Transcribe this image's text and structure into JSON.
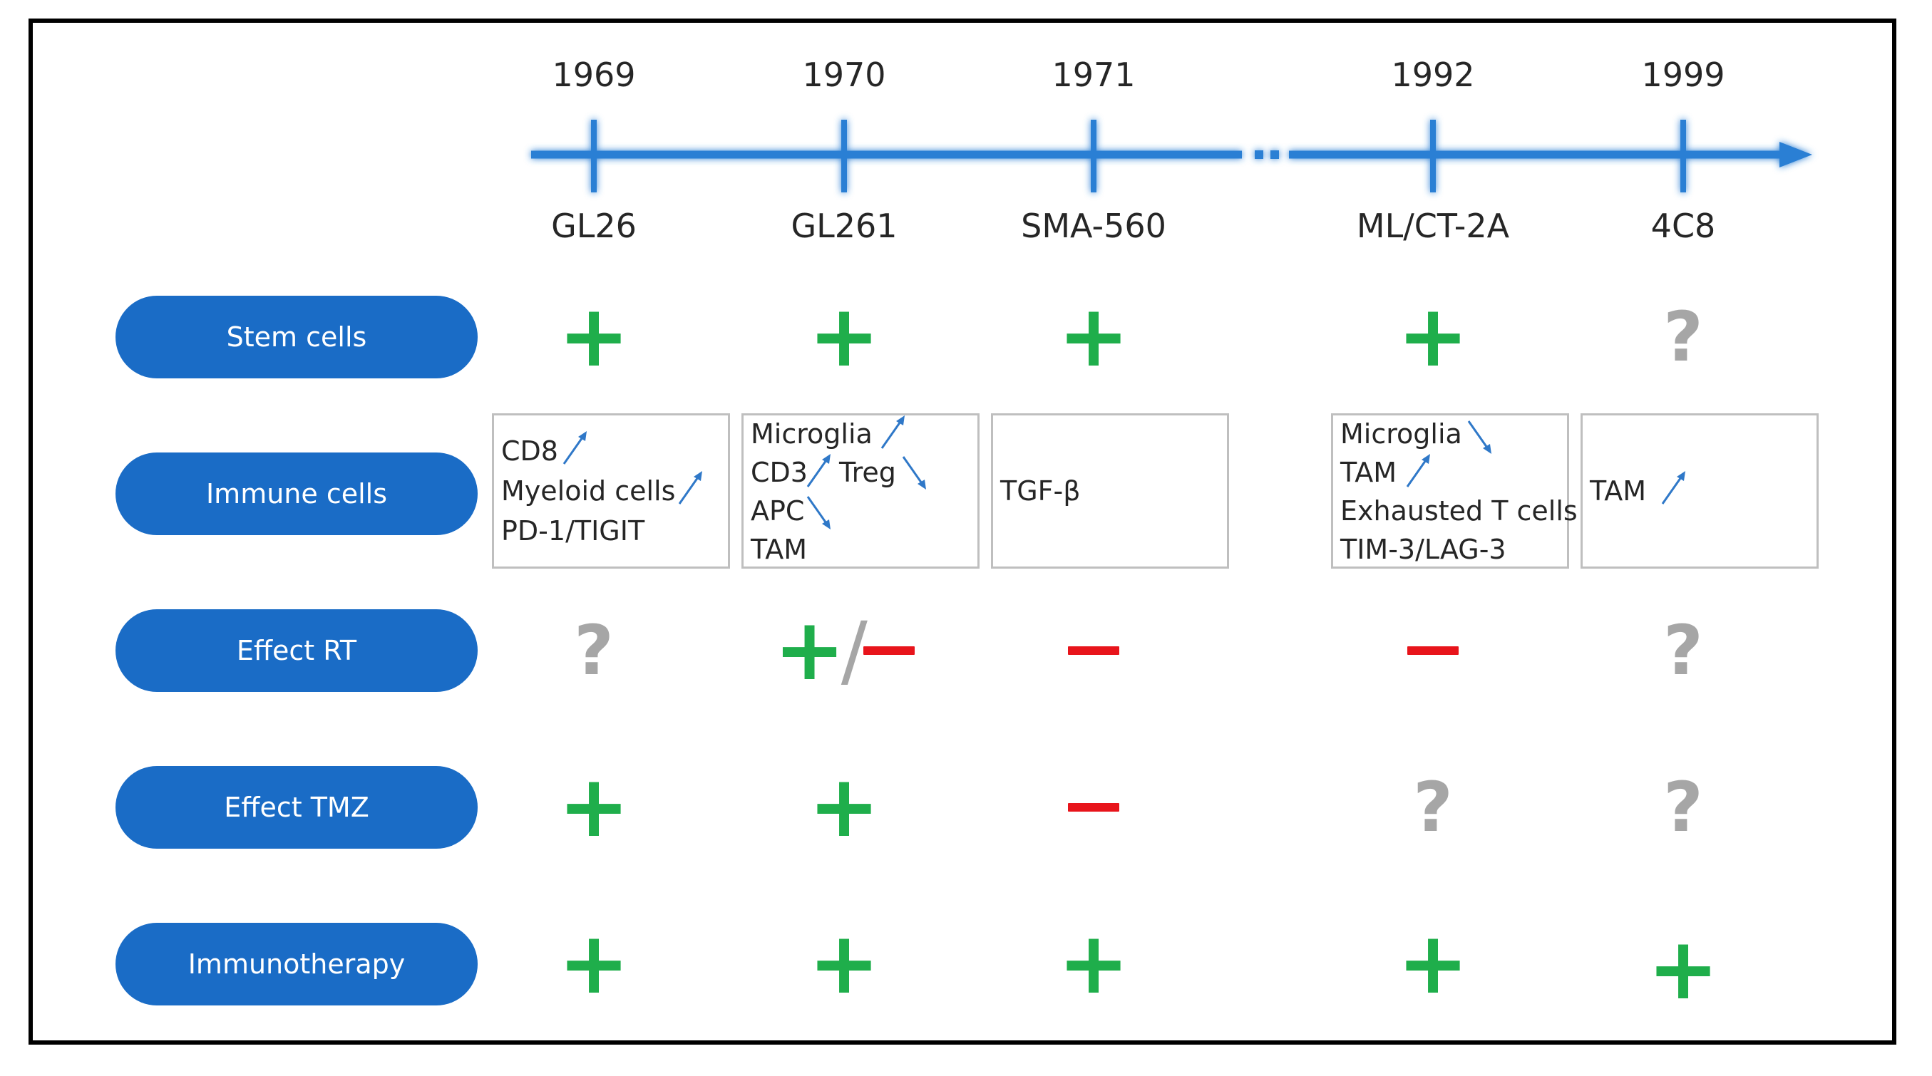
{
  "timeline": {
    "years": [
      "1969",
      "1970",
      "1971",
      "1992",
      "1999"
    ],
    "models": [
      "GL26",
      "GL261",
      "SMA-560",
      "ML/CT-2A",
      "4C8"
    ]
  },
  "rows": {
    "labels": [
      "Stem cells",
      "Immune cells",
      "Effect RT",
      "Effect TMZ",
      "Immunotherapy"
    ]
  },
  "symbols": {
    "stem_cells": [
      "+",
      "+",
      "+",
      "+",
      "?"
    ],
    "effect_rt": [
      "?",
      "+/−",
      "−",
      "−",
      "?"
    ],
    "effect_tmz": [
      "+",
      "+",
      "−",
      "?",
      "?"
    ],
    "immunotherapy": [
      "+",
      "+",
      "+",
      "+",
      "+"
    ]
  },
  "immune": {
    "gl26": {
      "l1": "CD8",
      "l2": "Myeloid cells",
      "l3": "PD-1/TIGIT"
    },
    "gl261": {
      "l1": "Microglia",
      "l2a": "CD3",
      "l2b": "Treg",
      "l3": "APC",
      "l4": "TAM"
    },
    "sma560": {
      "l1": "TGF-β"
    },
    "mlct2a": {
      "l1": "Microglia",
      "l2": "TAM",
      "l3": "Exhausted T cells",
      "l4": "TIM-3/LAG-3"
    },
    "c4c8": {
      "l1": "TAM"
    }
  },
  "colors": {
    "pill": "#1a6cc6",
    "timeline": "#2a7fd4",
    "plus": "#1fae4b",
    "minus": "#e8141b",
    "question": "#a6a6a6",
    "arrow": "#2f78c8"
  },
  "icons": {
    "up": "arrow-up-right-icon",
    "down": "arrow-down-right-icon",
    "timeline_arrow": "arrow-right-icon"
  }
}
